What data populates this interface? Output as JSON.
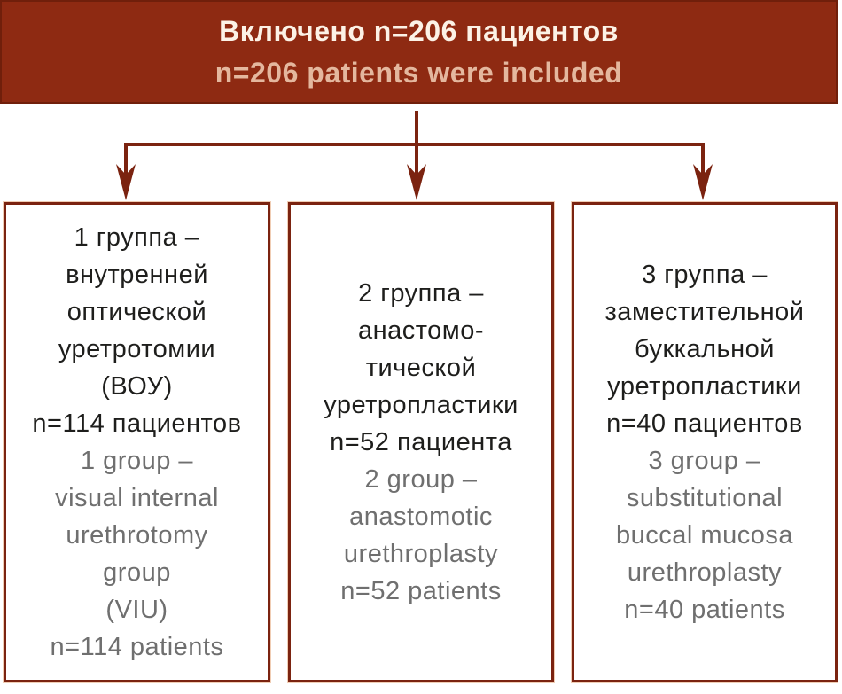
{
  "header": {
    "title_ru": "Включено n=206 пациентов",
    "title_en": "n=206 patients were included"
  },
  "groups": [
    {
      "id": "group-1",
      "ru_lines": [
        "1 группа –",
        "внутренней",
        "оптической",
        "уретротомии",
        "(ВОУ)",
        "n=114 пациентов"
      ],
      "en_lines": [
        "1 group –",
        "visual internal",
        "urethrotomy",
        "group",
        "(VIU)",
        "n=114 patients"
      ]
    },
    {
      "id": "group-2",
      "ru_lines": [
        "2 группа –",
        "анастомо-",
        "тической",
        "уретропластики",
        "n=52 пациента"
      ],
      "en_lines": [
        "2 group –",
        "anastomotic",
        "urethroplasty",
        "n=52 patients"
      ]
    },
    {
      "id": "group-3",
      "ru_lines": [
        "3 группа –",
        "заместительной",
        "буккальной",
        "уретропластики",
        "n=40 пациентов"
      ],
      "en_lines": [
        "3 group –",
        "substitutional",
        "buccal mucosa",
        "urethroplasty",
        "n=40 patients"
      ]
    }
  ],
  "colors": {
    "brick": "#8e2a12",
    "dark_red": "#7b2310",
    "header_text_ru": "#fcf2e6",
    "header_text_en": "#e4b79e",
    "box_text_ru": "#1e1e1c",
    "box_text_en": "#6f6f6f"
  }
}
